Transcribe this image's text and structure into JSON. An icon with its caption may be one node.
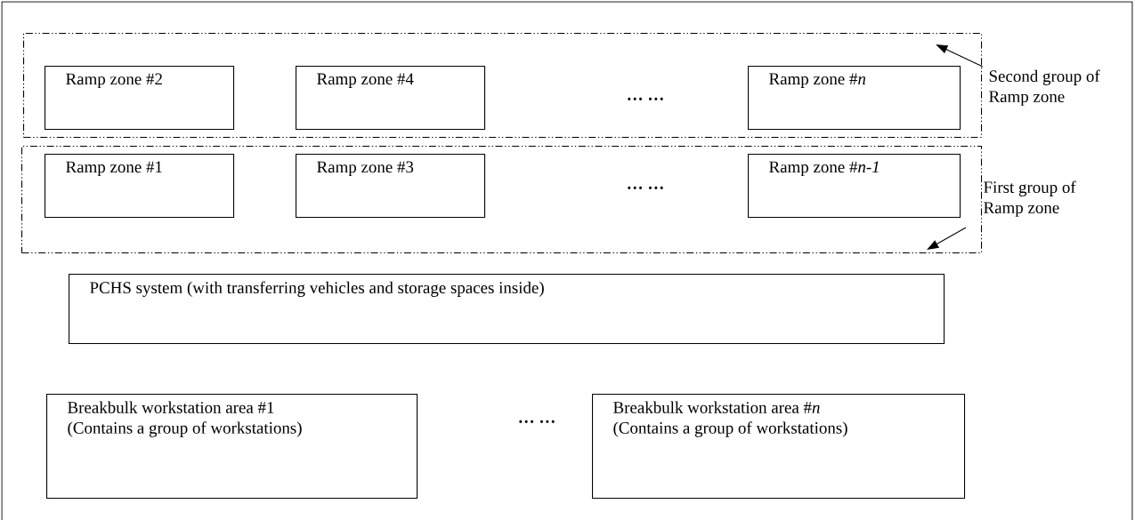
{
  "diagram": {
    "nodes": [
      {
        "text": [],
        "shape": "box"
      },
      {
        "text": [
          "Ramp zone #2"
        ],
        "in": 0
      },
      {
        "text": [
          "Ramp zone #4"
        ],
        "in": 0
      },
      {
        "text": [
          "Ramp zone #*n*"
        ],
        "in": 0
      },
      {
        "text": [
          "Second group of Ramp zone"
        ]
      },
      {
        "text": [],
        "shape": "box"
      },
      {
        "text": [
          "Ramp zone #1"
        ],
        "in": 5
      },
      {
        "text": [
          "Ramp zone #3"
        ],
        "in": 5
      },
      {
        "text": [
          "Ramp zone #*n-1*"
        ],
        "in": 5
      },
      {
        "text": [
          "First group of Ramp zone"
        ]
      },
      {
        "text": [
          "PCHS system (with transferring vehicles and storage spaces inside)"
        ]
      },
      {
        "text": [
          "Breakbulk workstation area #1",
          "(Contains a group of workstations)"
        ]
      },
      {
        "text": [
          "Breakbulk workstation area #*n*",
          "(Contains a group of workstations)"
        ]
      }
    ],
    "edges": [
      {
        "from": 4,
        "to": 0,
        "arrow": "to"
      },
      {
        "from": 9,
        "to": 5,
        "arrow": "to"
      }
    ],
    "labels": [
      "… …",
      "… …",
      "… …"
    ]
  }
}
